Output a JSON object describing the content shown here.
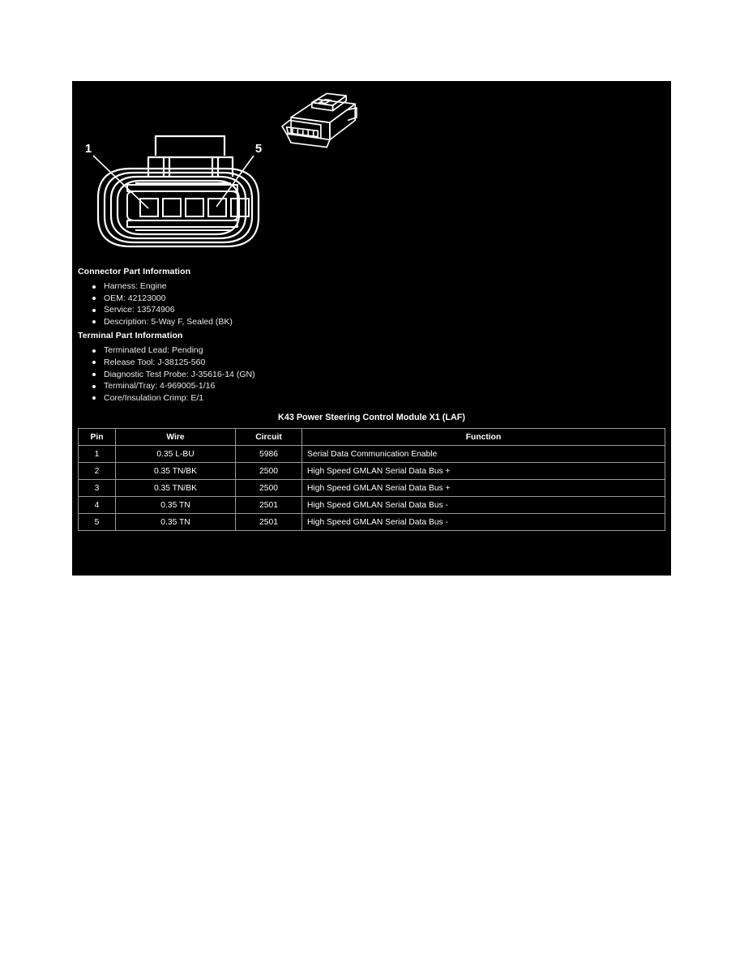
{
  "document": {
    "panel_background": "#000000",
    "page_background": "#ffffff"
  },
  "diagram": {
    "name": "connector-face-view",
    "callouts": [
      {
        "label": "1",
        "description": "pin-1-callout"
      },
      {
        "label": "5",
        "description": "pin-5-callout"
      }
    ],
    "inset_name": "connector-3d-view",
    "cavity_count": 5
  },
  "connector_part_information": {
    "heading": "Connector Part Information",
    "items": [
      "Harness: Engine",
      "OEM: 42123000",
      "Service: 13574906",
      "Description: 5-Way F, Sealed (BK)"
    ]
  },
  "terminal_part_information": {
    "heading": "Terminal Part Information",
    "items": [
      "Terminated Lead: Pending",
      "Release Tool: J-38125-560",
      "Diagnostic Test Probe: J-35616-14 (GN)",
      "Terminal/Tray: 4-969005-1/16",
      "Core/Insulation Crimp: E/1"
    ]
  },
  "pin_table": {
    "title": "K43 Power Steering Control Module X1 (LAF)",
    "columns": [
      "Pin",
      "Wire",
      "Circuit",
      "Function"
    ],
    "rows": [
      {
        "pin": "1",
        "wire": "0.35 L-BU",
        "circuit": "5986",
        "function": "Serial Data Communication Enable"
      },
      {
        "pin": "2",
        "wire": "0.35 TN/BK",
        "circuit": "2500",
        "function": "High Speed GMLAN Serial Data Bus +"
      },
      {
        "pin": "3",
        "wire": "0.35 TN/BK",
        "circuit": "2500",
        "function": "High Speed GMLAN Serial Data Bus +"
      },
      {
        "pin": "4",
        "wire": "0.35 TN",
        "circuit": "2501",
        "function": "High Speed GMLAN Serial Data Bus -"
      },
      {
        "pin": "5",
        "wire": "0.35 TN",
        "circuit": "2501",
        "function": "High Speed GMLAN Serial Data Bus -"
      }
    ]
  }
}
